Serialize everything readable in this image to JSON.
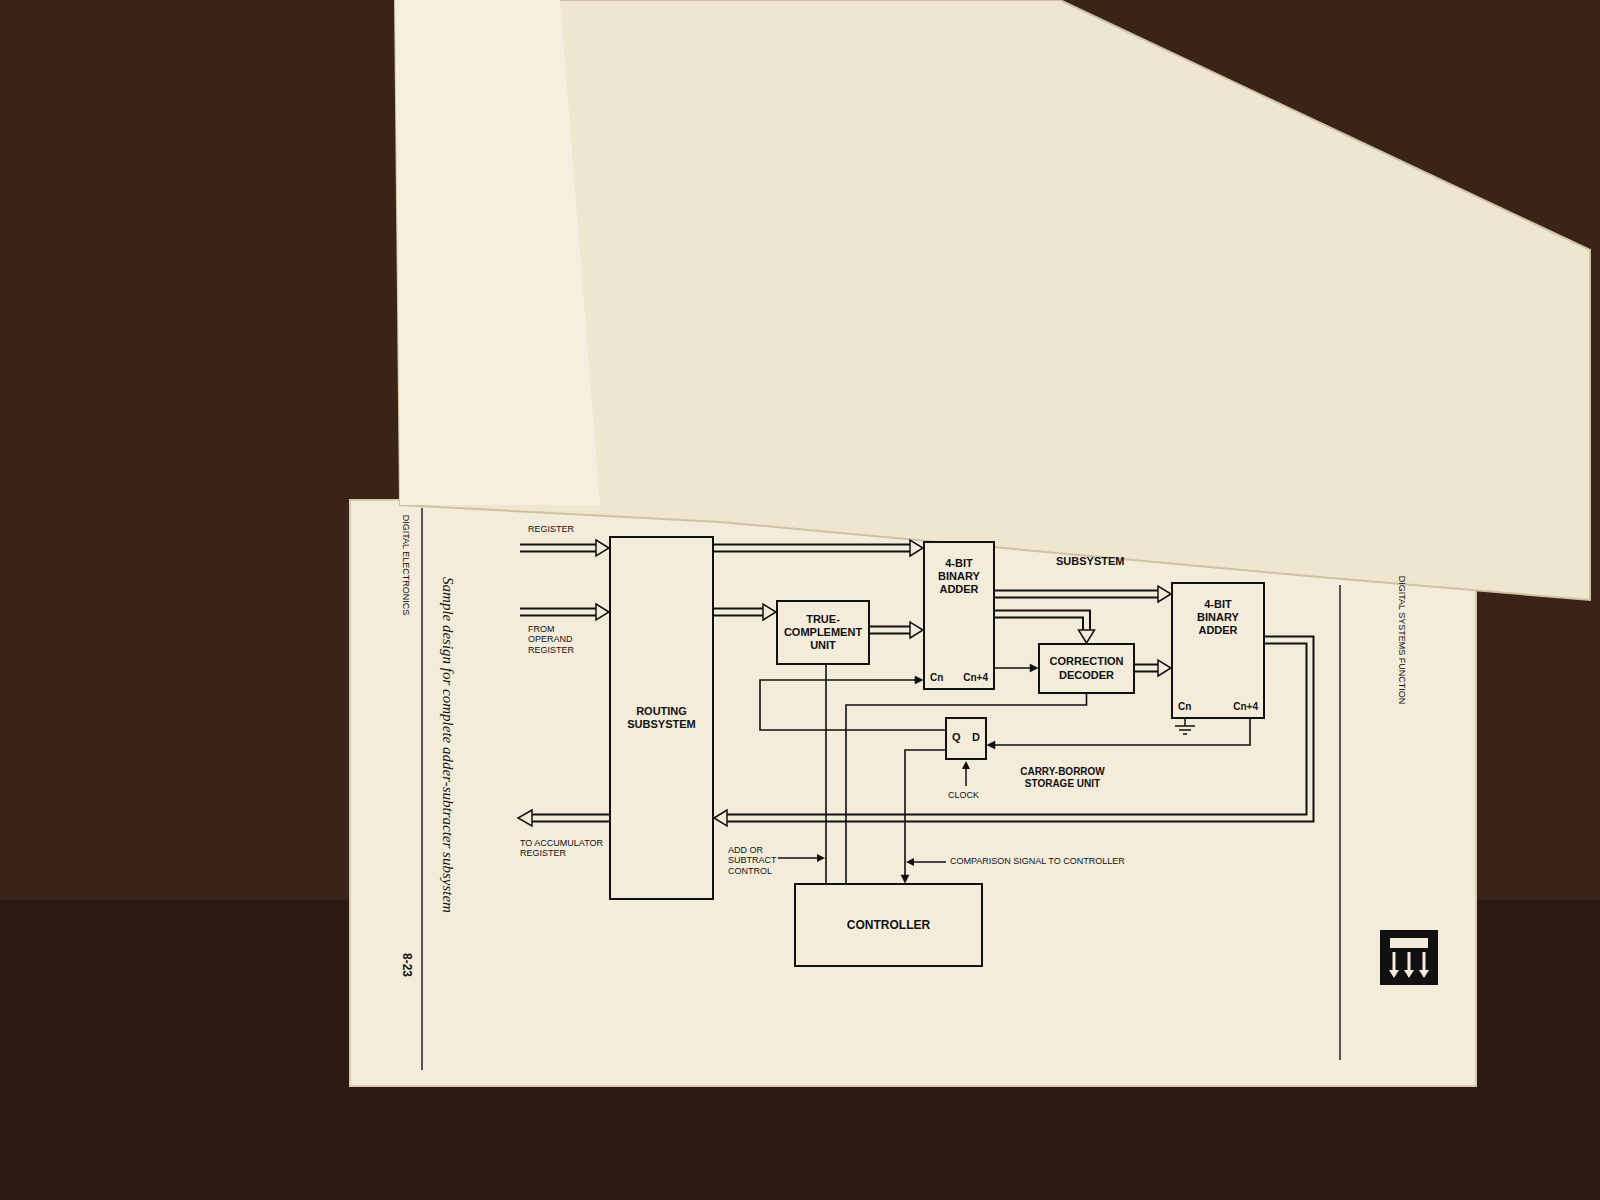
{
  "diagram": {
    "title": "SUBSYSTEM",
    "caption": "Sample design for complete adder-subtracter subsystem",
    "nodes": [
      {
        "text": [
          "ROUTING SUBSYSTEM"
        ]
      },
      {
        "text": [
          "TRUE-COMPLEMENT UNIT"
        ]
      },
      {
        "text": [
          "4-BIT BINARY ADDER",
          "Cn",
          "Cn+4"
        ]
      },
      {
        "text": [
          "CORRECTION DECODER"
        ]
      },
      {
        "text": [
          "4-BIT BINARY ADDER",
          "Cn",
          "Cn+4"
        ]
      },
      {
        "text": [
          "Q",
          "D"
        ]
      },
      {
        "text": [
          "CONTROLLER"
        ]
      }
    ],
    "edges": [
      {
        "from": 0,
        "to": 2,
        "arrow": "to"
      },
      {
        "from": 0,
        "to": 1,
        "arrow": "to"
      },
      {
        "from": 1,
        "to": 2,
        "arrow": "to"
      },
      {
        "from": 2,
        "to": 4,
        "arrow": "to"
      },
      {
        "from": 2,
        "to": 3,
        "arrow": "to"
      },
      {
        "from": 2,
        "to": 3,
        "arrow": "to"
      },
      {
        "from": 3,
        "to": 4,
        "arrow": "to"
      },
      {
        "from": 4,
        "to": 0,
        "arrow": "to"
      },
      {
        "from": 4,
        "to": 5,
        "arrow": "to"
      },
      {
        "from": 5,
        "to": 2,
        "arrow": "to"
      },
      {
        "from": 5,
        "to": 6,
        "arrow": "to"
      },
      {
        "from": 6,
        "to": 1,
        "arrow": "none"
      },
      {
        "from": 6,
        "to": 3,
        "arrow": "none"
      }
    ],
    "labels": [
      "REGISTER",
      "FROM OPERAND REGISTER",
      "CLOCK",
      "CARRY-BORROW STORAGE UNIT",
      "TO ACCUMULATOR REGISTER",
      "ADD OR SUBTRACT CONTROL",
      "COMPARISON SIGNAL TO CONTROLLER",
      "DIGITAL SYSTEMS FUNCTION",
      "DIGITAL ELECTRONICS",
      "8-23"
    ]
  }
}
